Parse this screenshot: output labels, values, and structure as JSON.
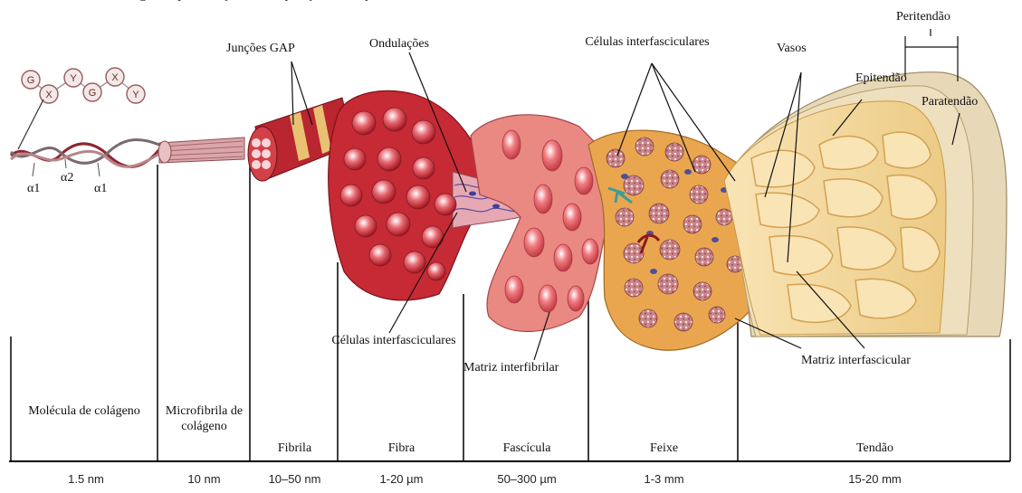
{
  "caption_partial": "igura representação da composição hierárquica do tendão (fragment)",
  "molecule": {
    "chain": [
      "G",
      "X",
      "Y",
      "G",
      "X",
      "Y"
    ],
    "alpha1_left": "α1",
    "alpha2": "α2",
    "alpha1_right": "α1"
  },
  "annotations": {
    "gap": "Junções GAP",
    "ondulacoes": "Ondulações",
    "celulas_top": "Células interfasciculares",
    "vasos": "Vasos",
    "peritendao": "Peritendão",
    "epitendao": "Epitendão",
    "paratendao": "Paratendão",
    "celulas_bottom": "Células interfasciculares",
    "matriz_interfibrilar": "Matriz interfibrilar",
    "matriz_interfascicular": "Matriz interfascicular"
  },
  "levels": [
    {
      "name": "Molécula de colágeno",
      "size": "1.5 nm"
    },
    {
      "name": "Microfibrila de colágeno",
      "size": "10 nm"
    },
    {
      "name": "Fibrila",
      "size": "10–50 nm"
    },
    {
      "name": "Fibra",
      "size": "1-20 µm"
    },
    {
      "name": "Fascícula",
      "size": "50–300 µm"
    },
    {
      "name": "Feixe",
      "size": "1-3 mm"
    },
    {
      "name": "Tendão",
      "size": "15-20 mm"
    }
  ],
  "colors": {
    "fiber_red": "#c62a34",
    "fascicle_pink": "#e98982",
    "bundle_orange": "#eaa64f",
    "tendon_cream": "#f2d9a3",
    "sheath_beige": "#e7d9b8",
    "cell_blue": "#4e4f9c",
    "vessel_red": "#8b1a1a",
    "vessel_teal": "#3d9c9a"
  }
}
